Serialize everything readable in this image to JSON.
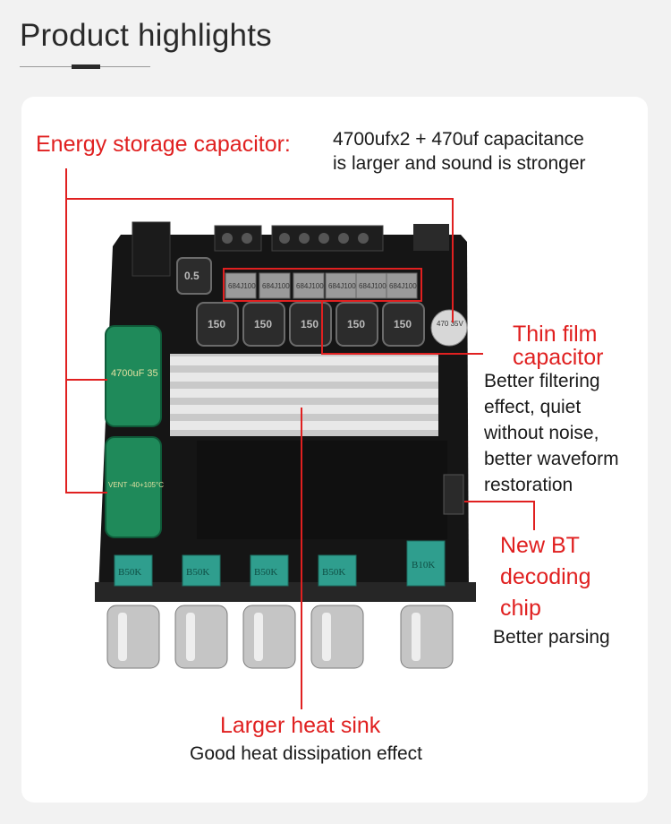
{
  "header": {
    "title": "Product highlights"
  },
  "callouts": {
    "energy": {
      "title": "Energy storage capacitor:",
      "desc_line1": "4700ufx2 + 470uf capacitance",
      "desc_line2": "is larger and sound is stronger"
    },
    "film": {
      "title_line1": "Thin film",
      "title_line2": "capacitor",
      "desc_line1": "Better filtering",
      "desc_line2": "effect, quiet",
      "desc_line3": "without noise,",
      "desc_line4": "better waveform",
      "desc_line5": "restoration"
    },
    "bt": {
      "title_line1": "New BT",
      "title_line2": "decoding",
      "title_line3": "chip",
      "desc": "Better parsing"
    },
    "heatsink": {
      "title": "Larger heat sink",
      "desc": "Good heat dissipation effect"
    }
  },
  "board_labels": {
    "cap_big_1": "4700uF 35",
    "cap_big_2": "VENT -40+105°C",
    "cap_small": "470 35V",
    "film_cap": "684J100",
    "inductor": "150",
    "inductor_top": "0.5",
    "pot_1": "B50K",
    "pot_2": "B50K",
    "pot_3": "B50K",
    "pot_4": "B50K",
    "pot_5": "B10K"
  },
  "colors": {
    "accent_red": "#e02020",
    "pcb": "#1a1a1a",
    "capacitor_green": "#1f8a5a",
    "pot_teal": "#2f9e8e"
  }
}
